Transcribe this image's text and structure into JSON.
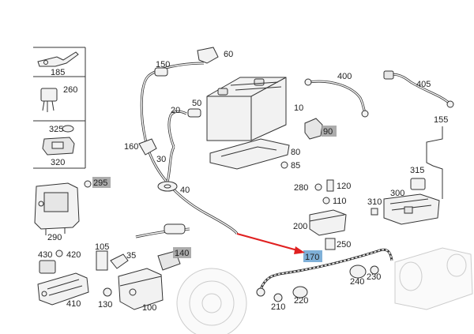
{
  "labels": {
    "p185": "185",
    "p260": "260",
    "p325": "325",
    "p320": "320",
    "p295": "295",
    "p290": "290",
    "p430": "430",
    "p420": "420",
    "p410": "410",
    "p105": "105",
    "p35": "35",
    "p140": "140",
    "p130": "130",
    "p100": "100",
    "p150": "150",
    "p60": "60",
    "p20": "20",
    "p50": "50",
    "p160": "160",
    "p30": "30",
    "p40": "40",
    "p10": "10",
    "p90": "90",
    "p80": "80",
    "p85": "85",
    "p400": "400",
    "p405": "405",
    "p155": "155",
    "p315": "315",
    "p310": "310",
    "p300": "300",
    "p280": "280",
    "p120": "120",
    "p110": "110",
    "p200": "200",
    "p250": "250",
    "p170": "170",
    "p210": "210",
    "p220": "220",
    "p240": "240",
    "p230": "230"
  },
  "colors": {
    "arrow": "#e02020",
    "highlight_gray": "#9e9e9e",
    "highlight_blue": "#7fb0d8"
  }
}
